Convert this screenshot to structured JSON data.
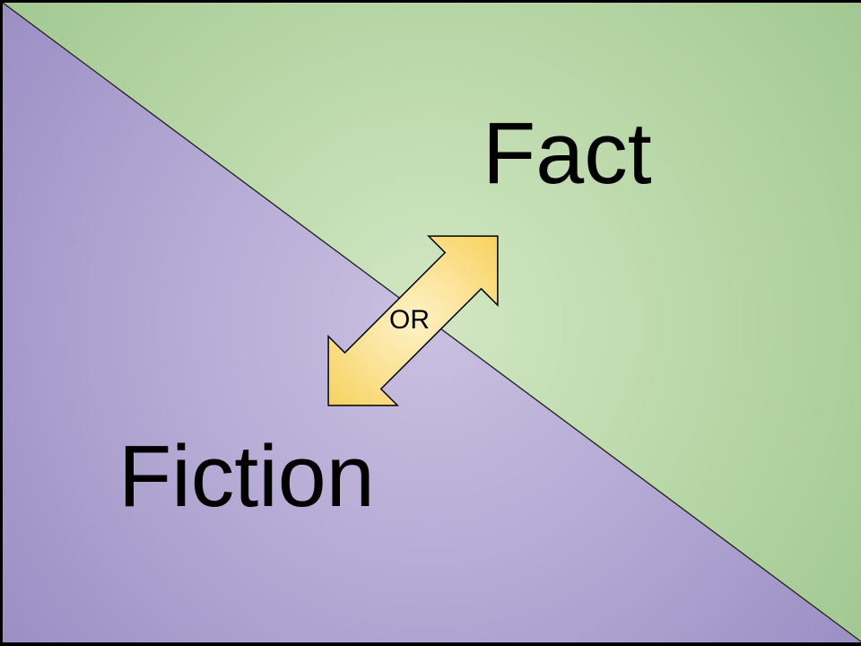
{
  "slide": {
    "fact_label": "Fact",
    "fiction_label": "Fiction",
    "or_label": "OR",
    "colors": {
      "frame": "#000000",
      "text": "#000000",
      "divider_line": "#1c1c1c",
      "purple_center": "#c9c0e1",
      "purple_mid": "#b4a9d4",
      "purple_edge": "#9a8ec4",
      "green_center": "#d2e7c4",
      "green_mid": "#bad8a9",
      "green_edge": "#a2c892",
      "arrow_center": "#fdf2c6",
      "arrow_mid1": "#fbe294",
      "arrow_mid2": "#f8d66c",
      "arrow_edge": "#f3c854",
      "arrow_outline": "#000000"
    }
  }
}
